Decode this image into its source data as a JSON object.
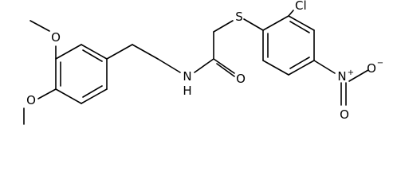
{
  "molecule": {
    "atoms": {
      "o_methoxy_top": "O",
      "o_methoxy_left": "O",
      "n_amide": "N",
      "h_amide": "H",
      "o_carbonyl": "O",
      "s_thioether": "S",
      "cl": "Cl",
      "n_nitro": "N",
      "n_nitro_charge": "+",
      "o_nitro_single": "O",
      "o_nitro_single_charge": "−",
      "o_nitro_double": "O"
    }
  }
}
